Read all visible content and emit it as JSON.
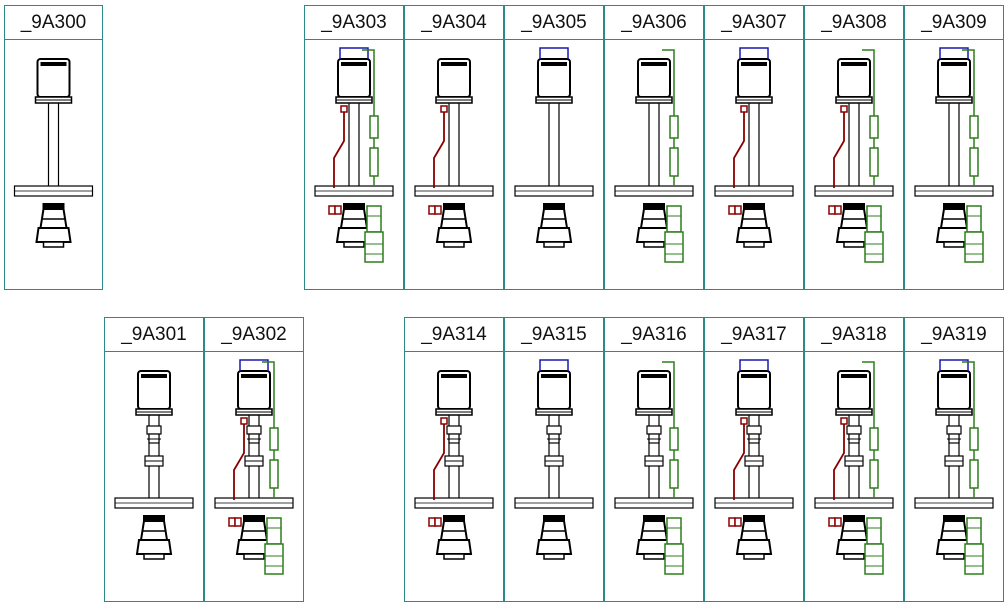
{
  "colors": {
    "border": "#2a8a8a",
    "blue_cap": "#1a1aaa",
    "red_line": "#8b0000",
    "green_line": "#2e7d1e",
    "black": "#000000"
  },
  "variants": [
    {
      "label": "_9A300",
      "body": "plain",
      "cap": false,
      "red": false,
      "green": false
    },
    {
      "label": "_9A303",
      "body": "plain",
      "cap": true,
      "red": true,
      "green": true
    },
    {
      "label": "_9A304",
      "body": "plain",
      "cap": false,
      "red": true,
      "green": false
    },
    {
      "label": "_9A305",
      "body": "plain",
      "cap": true,
      "red": false,
      "green": false
    },
    {
      "label": "_9A306",
      "body": "plain",
      "cap": false,
      "red": false,
      "green": true
    },
    {
      "label": "_9A307",
      "body": "plain",
      "cap": true,
      "red": true,
      "green": false
    },
    {
      "label": "_9A308",
      "body": "plain",
      "cap": false,
      "red": true,
      "green": true
    },
    {
      "label": "_9A309",
      "body": "plain",
      "cap": true,
      "red": false,
      "green": true
    },
    {
      "label": "_9A301",
      "body": "valved",
      "cap": false,
      "red": false,
      "green": false
    },
    {
      "label": "_9A302",
      "body": "valved",
      "cap": true,
      "red": true,
      "green": true
    },
    {
      "label": "_9A314",
      "body": "valved",
      "cap": false,
      "red": true,
      "green": false
    },
    {
      "label": "_9A315",
      "body": "valved",
      "cap": true,
      "red": false,
      "green": false
    },
    {
      "label": "_9A316",
      "body": "valved",
      "cap": false,
      "red": false,
      "green": true
    },
    {
      "label": "_9A317",
      "body": "valved",
      "cap": true,
      "red": true,
      "green": false
    },
    {
      "label": "_9A318",
      "body": "valved",
      "cap": false,
      "red": true,
      "green": true
    },
    {
      "label": "_9A319",
      "body": "valved",
      "cap": true,
      "red": false,
      "green": true
    }
  ]
}
